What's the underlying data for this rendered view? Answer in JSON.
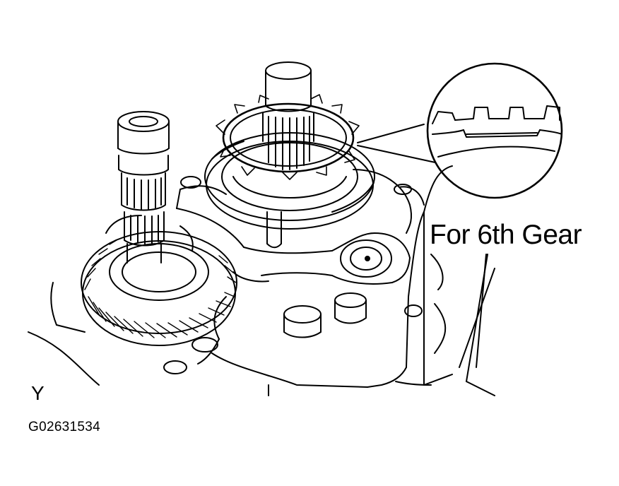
{
  "labels": {
    "callout": "For 6th Gear",
    "view_letter": "Y",
    "figure_code": "G02631534"
  },
  "colors": {
    "ink": "#000000",
    "paper": "#ffffff"
  }
}
